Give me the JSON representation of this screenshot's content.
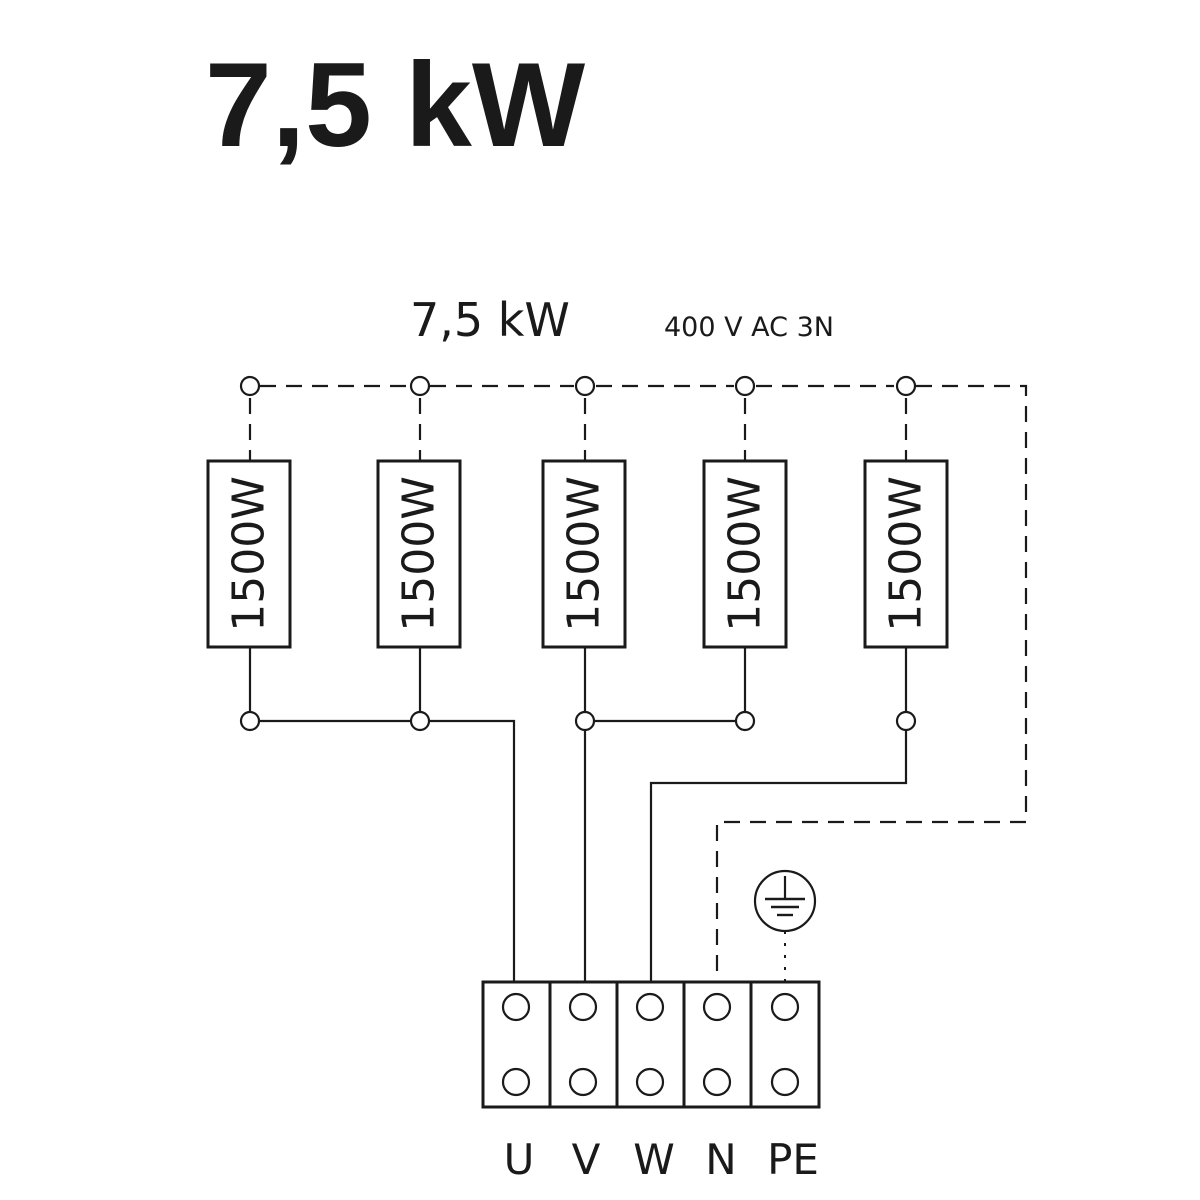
{
  "title": "7,5 kW",
  "subtitle": "7,5 kW",
  "supply": "400 V AC 3N",
  "heaters": [
    {
      "rating": "1500W"
    },
    {
      "rating": "1500W"
    },
    {
      "rating": "1500W"
    },
    {
      "rating": "1500W"
    },
    {
      "rating": "1500W"
    }
  ],
  "terminals": [
    "U",
    "V",
    "W",
    "N",
    "PE"
  ],
  "earth_symbol": "protective-earth-icon"
}
